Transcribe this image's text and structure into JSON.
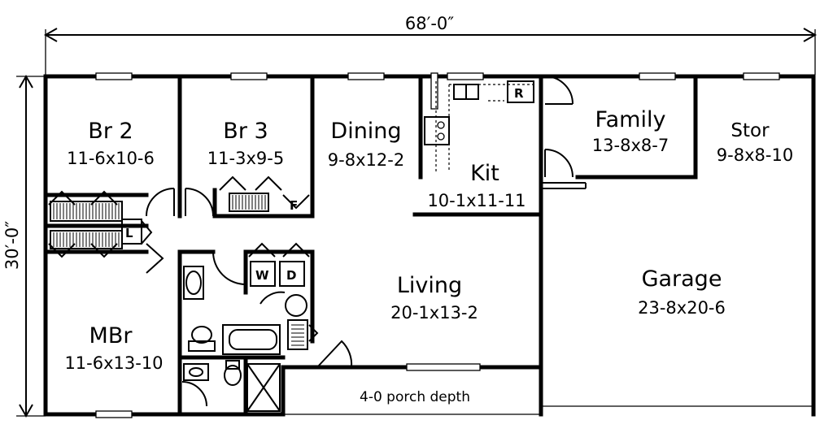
{
  "dimensions": {
    "width": "68′-0″",
    "depth": "30′-0″"
  },
  "rooms": {
    "br2": {
      "name": "Br 2",
      "size": "11-6x10-6"
    },
    "br3": {
      "name": "Br 3",
      "size": "11-3x9-5"
    },
    "dining": {
      "name": "Dining",
      "size": "9-8x12-2"
    },
    "kit": {
      "name": "Kit",
      "size": "10-1x11-11"
    },
    "family": {
      "name": "Family",
      "size": "13-8x8-7"
    },
    "stor": {
      "name": "Stor",
      "size": "9-8x8-10"
    },
    "living": {
      "name": "Living",
      "size": "20-1x13-2"
    },
    "garage": {
      "name": "Garage",
      "size": "23-8x20-6"
    },
    "mbr": {
      "name": "MBr",
      "size": "11-6x13-10"
    }
  },
  "porch": {
    "label": "4-0 porch depth"
  },
  "fixtures": {
    "linen": "L",
    "furnace": "F",
    "washer": "W",
    "dryer": "D",
    "refrigerator": "R"
  }
}
